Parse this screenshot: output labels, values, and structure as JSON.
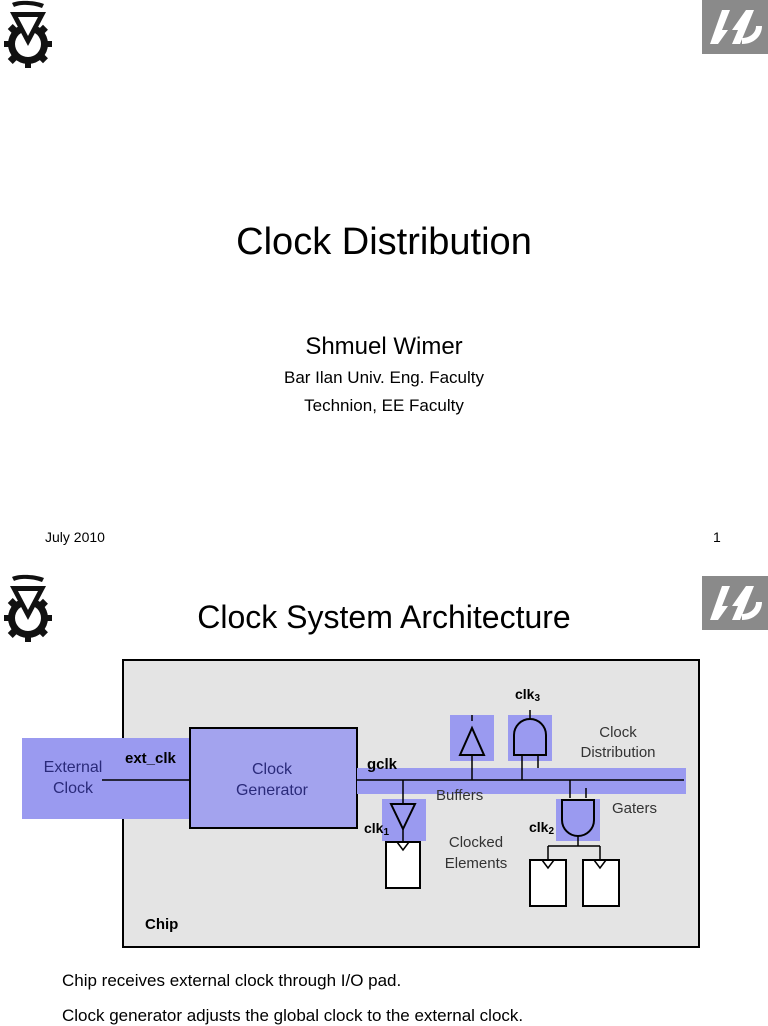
{
  "slide1": {
    "title": "Clock Distribution",
    "author": "Shmuel Wimer",
    "affiliation_1": "Bar Ilan Univ. Eng. Faculty",
    "affiliation_2": "Technion, EE Faculty",
    "date": "July 2010",
    "page_number": "1"
  },
  "slide2": {
    "title": "Clock System Architecture",
    "diagram": {
      "external_clock_line1": "External",
      "external_clock_line2": "Clock",
      "ext_clk": "ext_clk",
      "clock_generator_line1": "Clock",
      "clock_generator_line2": "Generator",
      "gclk": "gclk",
      "buffers": "Buffers",
      "clk1": "clk",
      "clk1_sub": "1",
      "clk2": "clk",
      "clk2_sub": "2",
      "clk3": "clk",
      "clk3_sub": "3",
      "clock_distribution_line1": "Clock",
      "clock_distribution_line2": "Distribution",
      "gaters": "Gaters",
      "clocked_elements_line1": "Clocked",
      "clocked_elements_line2": "Elements",
      "chip": "Chip"
    },
    "bullets": [
      "Chip receives external clock through I/O pad.",
      "Clock generator adjusts the global clock to the external clock."
    ]
  },
  "colors": {
    "highlight": "#9a9af0",
    "box_fill": "#a3a3ee",
    "chip_bg": "#e4e4e4",
    "text_blue": "#2a2a7a",
    "logo_gray": "#8a8a8a"
  },
  "icons": [
    "technion-logo-icon",
    "bar-ilan-logo-icon",
    "buffer-icon",
    "and-gate-icon",
    "flip-flop-icon"
  ]
}
